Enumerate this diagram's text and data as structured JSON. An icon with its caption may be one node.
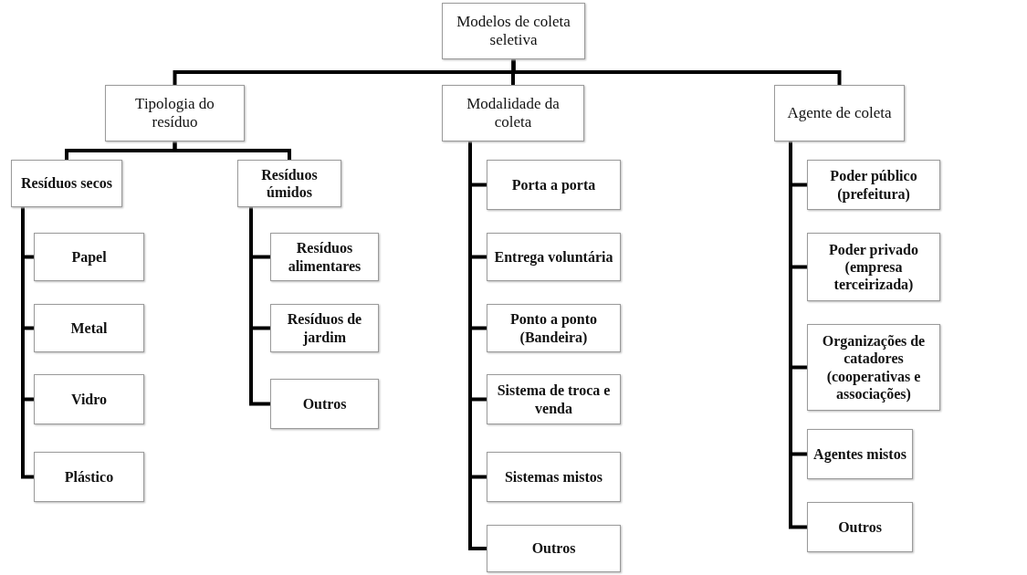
{
  "diagram": {
    "nodes": [
      {
        "text": [
          "Modelos de coleta seletiva"
        ]
      },
      {
        "text": [
          "Tipologia do resíduo"
        ]
      },
      {
        "text": [
          "Modalidade da coleta"
        ]
      },
      {
        "text": [
          "Agente de coleta"
        ]
      },
      {
        "text": [
          "Resíduos secos"
        ]
      },
      {
        "text": [
          "Resíduos úmidos"
        ]
      },
      {
        "text": [
          "Papel"
        ]
      },
      {
        "text": [
          "Metal"
        ]
      },
      {
        "text": [
          "Vidro"
        ]
      },
      {
        "text": [
          "Plástico"
        ]
      },
      {
        "text": [
          "Resíduos alimentares"
        ]
      },
      {
        "text": [
          "Resíduos de jardim"
        ]
      },
      {
        "text": [
          "Outros"
        ]
      },
      {
        "text": [
          "Porta a porta"
        ]
      },
      {
        "text": [
          "Entrega voluntária"
        ]
      },
      {
        "text": [
          "Ponto a ponto (Bandeira)"
        ]
      },
      {
        "text": [
          "Sistema de troca e venda"
        ]
      },
      {
        "text": [
          "Sistemas mistos"
        ]
      },
      {
        "text": [
          "Outros"
        ]
      },
      {
        "text": [
          "Poder público (prefeitura)"
        ]
      },
      {
        "text": [
          "Poder privado (empresa terceirizada)"
        ]
      },
      {
        "text": [
          "Organizações de catadores (cooperativas e associações)"
        ]
      },
      {
        "text": [
          "Agentes mistos"
        ]
      },
      {
        "text": [
          "Outros"
        ]
      }
    ],
    "edges": [
      {
        "from": 0,
        "to": 1,
        "arrow": "none"
      },
      {
        "from": 0,
        "to": 2,
        "arrow": "none"
      },
      {
        "from": 0,
        "to": 3,
        "arrow": "none"
      },
      {
        "from": 1,
        "to": 4,
        "arrow": "none"
      },
      {
        "from": 1,
        "to": 5,
        "arrow": "none"
      },
      {
        "from": 4,
        "to": 6,
        "arrow": "none"
      },
      {
        "from": 4,
        "to": 7,
        "arrow": "none"
      },
      {
        "from": 4,
        "to": 8,
        "arrow": "none"
      },
      {
        "from": 4,
        "to": 9,
        "arrow": "none"
      },
      {
        "from": 5,
        "to": 10,
        "arrow": "none"
      },
      {
        "from": 5,
        "to": 11,
        "arrow": "none"
      },
      {
        "from": 5,
        "to": 12,
        "arrow": "none"
      },
      {
        "from": 2,
        "to": 13,
        "arrow": "none"
      },
      {
        "from": 2,
        "to": 14,
        "arrow": "none"
      },
      {
        "from": 2,
        "to": 15,
        "arrow": "none"
      },
      {
        "from": 2,
        "to": 16,
        "arrow": "none"
      },
      {
        "from": 2,
        "to": 17,
        "arrow": "none"
      },
      {
        "from": 2,
        "to": 18,
        "arrow": "none"
      },
      {
        "from": 3,
        "to": 19,
        "arrow": "none"
      },
      {
        "from": 3,
        "to": 20,
        "arrow": "none"
      },
      {
        "from": 3,
        "to": 21,
        "arrow": "none"
      },
      {
        "from": 3,
        "to": 22,
        "arrow": "none"
      },
      {
        "from": 3,
        "to": 23,
        "arrow": "none"
      }
    ]
  }
}
